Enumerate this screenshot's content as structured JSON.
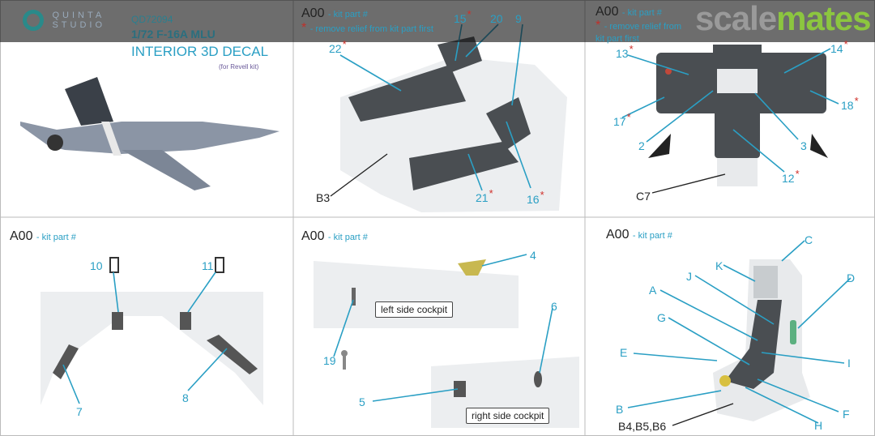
{
  "brand": {
    "name_line1": "QUINTA",
    "name_line2": "STUDIO",
    "code": "QD72094",
    "model": "1/72 F-16A MLU",
    "product": "INTERIOR 3D DECAL",
    "kit": "(for Revell kit)"
  },
  "legend": {
    "part": "A00",
    "part_desc": "- kit part #",
    "star": "*",
    "star_desc": "- remove relief from kit part first"
  },
  "watermark": {
    "part1": "scale",
    "part2": "mates"
  },
  "panel2": {
    "labels": [
      "15",
      "20",
      "9",
      "22",
      "B3",
      "21",
      "16"
    ]
  },
  "panel3": {
    "labels": [
      "13",
      "14",
      "18",
      "17",
      "2",
      "3",
      "12",
      "C7"
    ]
  },
  "panel4": {
    "labels": [
      "10",
      "11",
      "7",
      "8"
    ]
  },
  "panel5": {
    "labels": [
      "4",
      "6",
      "19",
      "5"
    ],
    "left_box": "left side cockpit",
    "right_box": "right side cockpit"
  },
  "panel6": {
    "labels": [
      "C",
      "K",
      "J",
      "D",
      "A",
      "G",
      "E",
      "I",
      "B",
      "F",
      "B4,B5,B6",
      "H"
    ]
  },
  "colors": {
    "callout": "#2a9fc4",
    "star": "#d0302a",
    "green": "#8cc63f"
  }
}
